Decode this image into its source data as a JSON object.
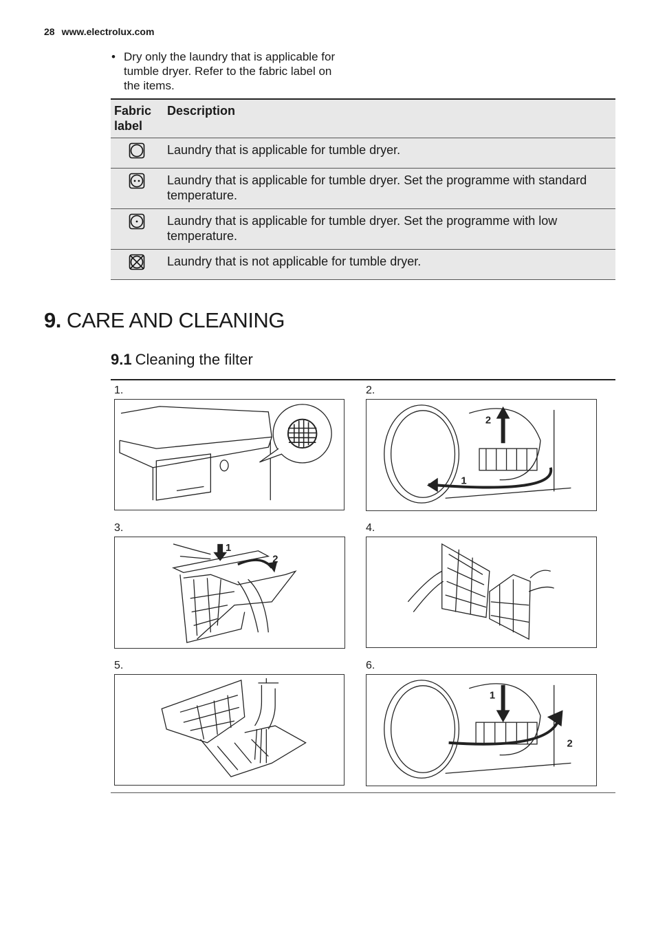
{
  "header": {
    "page_number": "28",
    "website": "www.electrolux.com"
  },
  "bullet": {
    "symbol": "•",
    "text": "Dry only the laundry that is applicable for tumble dryer. Refer to the fabric la­bel on the items."
  },
  "fabric_table": {
    "col_label_line1": "Fabric",
    "col_label_line2": "label",
    "col_description": "Description",
    "rows": [
      {
        "icon": "tumble-dry-icon",
        "description": "Laundry that is applicable for tumble dryer."
      },
      {
        "icon": "tumble-dry-normal-temp-icon",
        "description": "Laundry that is applicable for tumble dryer. Set the programme with standard temperature."
      },
      {
        "icon": "tumble-dry-low-temp-icon",
        "description": "Laundry that is applicable for tumble dryer. Set the programme with low temperature."
      },
      {
        "icon": "do-not-tumble-dry-icon",
        "description": "Laundry that is not applicable for tumble dryer."
      }
    ]
  },
  "section": {
    "number": "9.",
    "title": "CARE AND CLEANING"
  },
  "subsection": {
    "number": "9.1",
    "title": "Cleaning the filter"
  },
  "steps": [
    {
      "label": "1.",
      "callouts": []
    },
    {
      "label": "2.",
      "callouts": [
        "2",
        "1"
      ]
    },
    {
      "label": "3.",
      "callouts": [
        "1",
        "2"
      ]
    },
    {
      "label": "4.",
      "callouts": []
    },
    {
      "label": "5.",
      "callouts": []
    },
    {
      "label": "6.",
      "callouts": [
        "1",
        "2"
      ]
    }
  ]
}
